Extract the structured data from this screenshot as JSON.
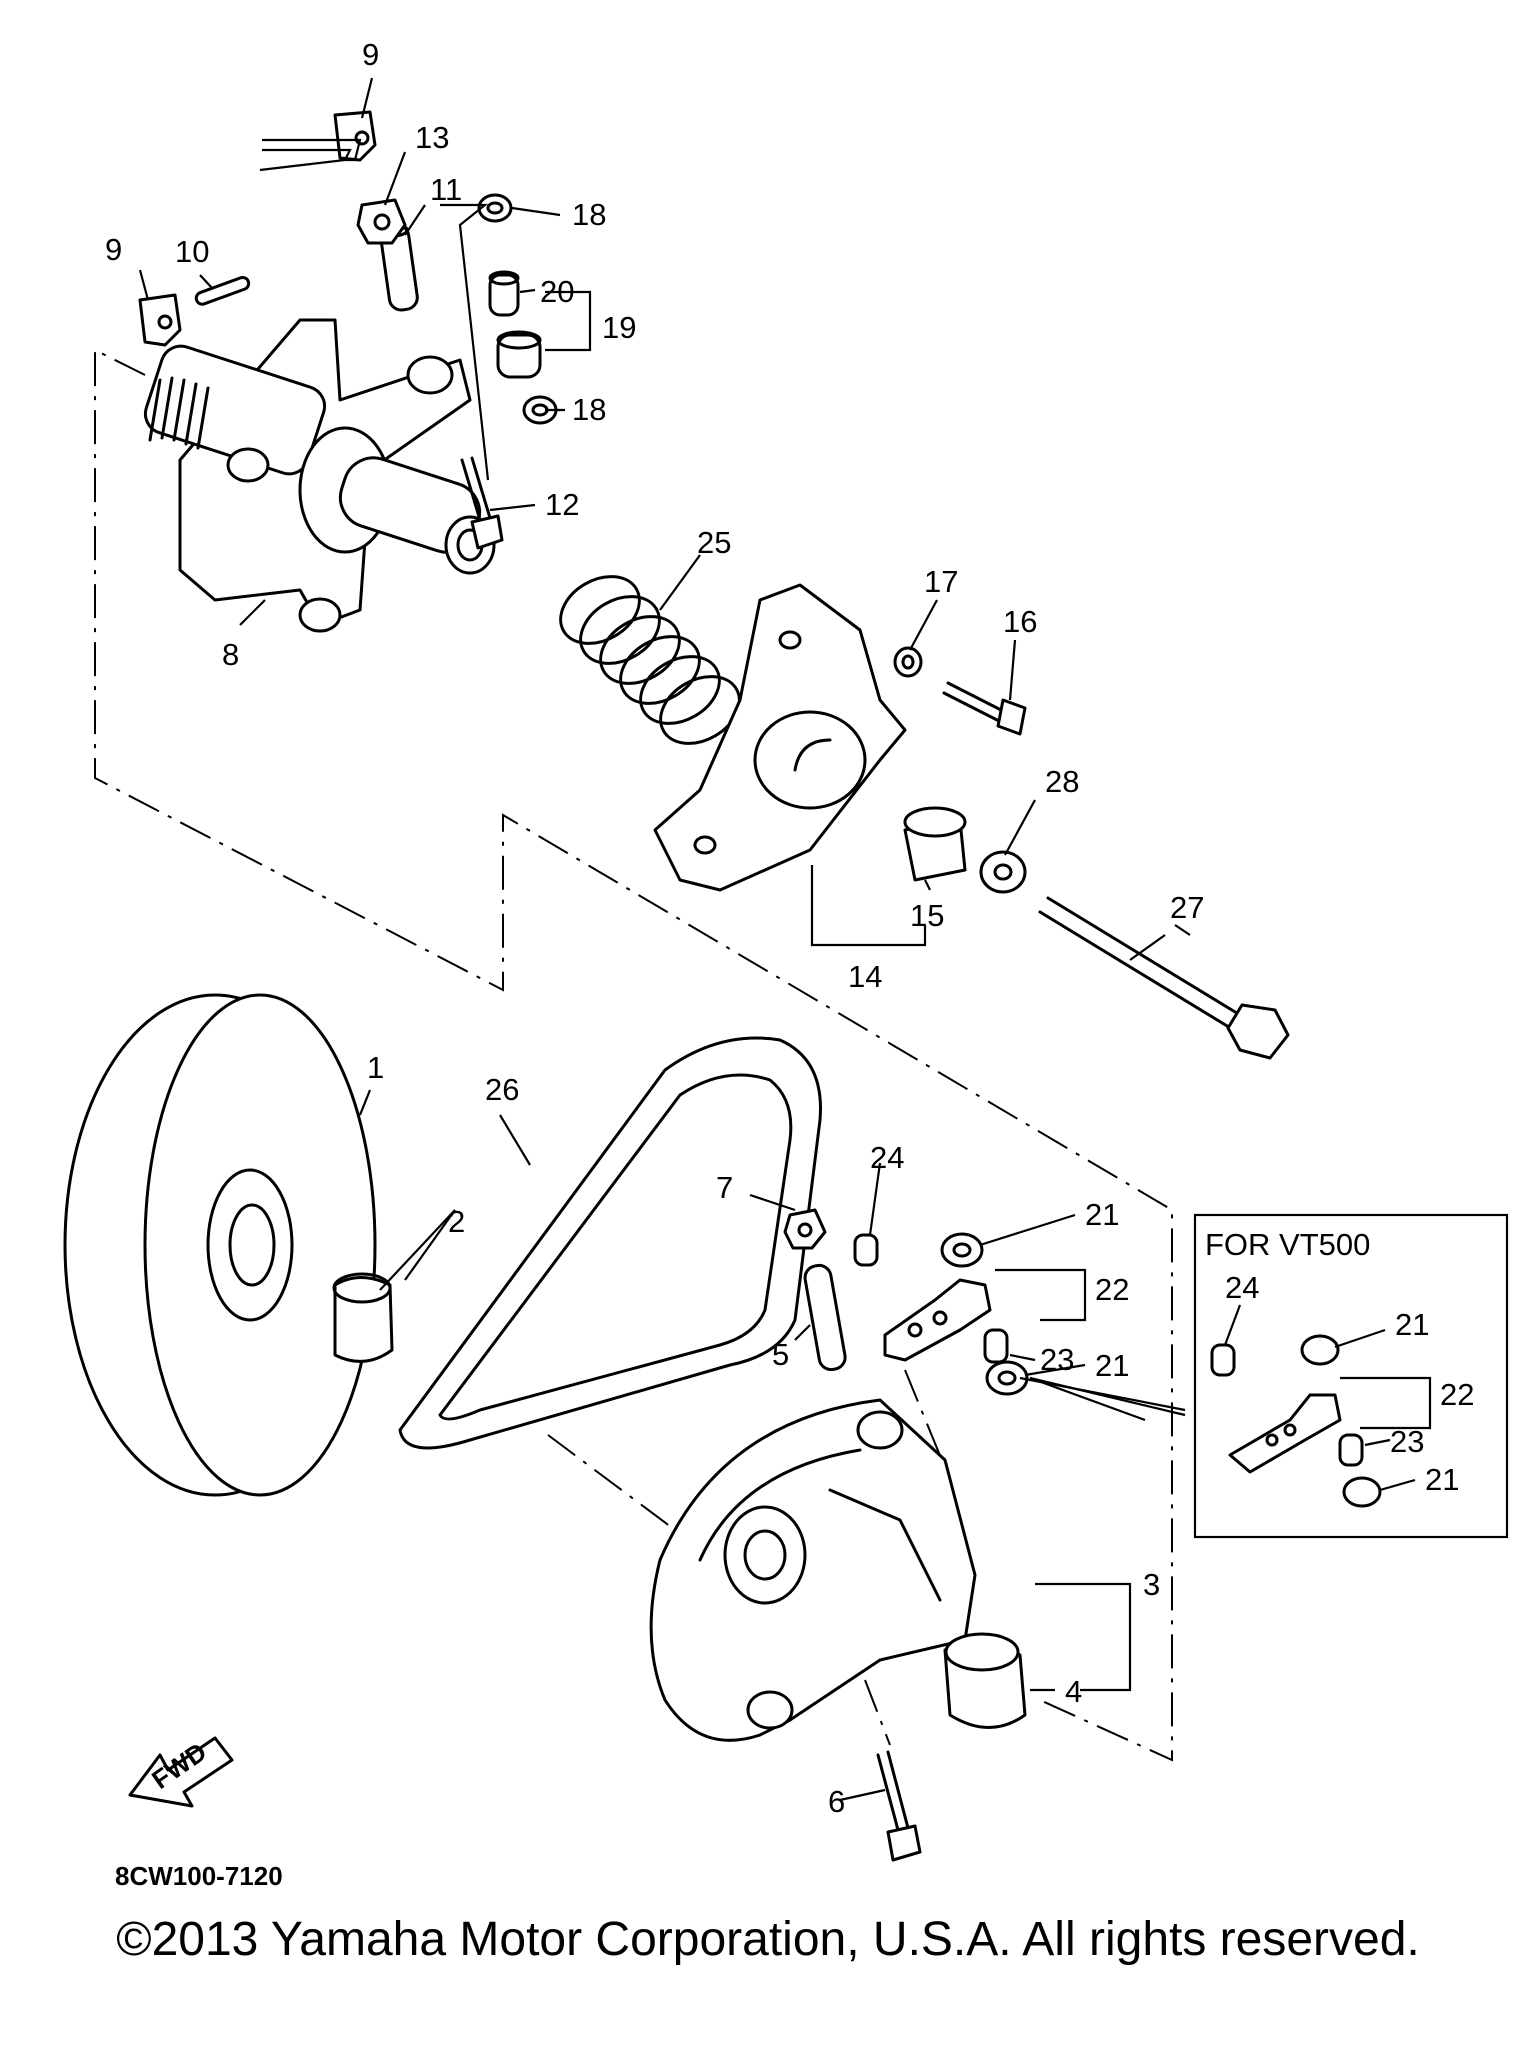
{
  "diagram": {
    "inset_title": "FOR VT500",
    "diagram_code": "8CW100-7120",
    "fwd_label": "FWD",
    "callouts": {
      "c1": "1",
      "c2": "2",
      "c3": "3",
      "c4": "4",
      "c5": "5",
      "c6": "6",
      "c7": "7",
      "c8": "8",
      "c9a": "9",
      "c9b": "9",
      "c10": "10",
      "c11": "11",
      "c12": "12",
      "c13": "13",
      "c14": "14",
      "c15": "15",
      "c16": "16",
      "c17": "17",
      "c18a": "18",
      "c18b": "18",
      "c19": "19",
      "c20": "20",
      "c21a": "21",
      "c21b": "21",
      "c21c": "21",
      "c21d": "21",
      "c22a": "22",
      "c22b": "22",
      "c23a": "23",
      "c23b": "23",
      "c24a": "24",
      "c24b": "24",
      "c25": "25",
      "c26": "26",
      "c27": "27",
      "c28": "28"
    }
  },
  "footer": {
    "copyright": "©2013 Yamaha Motor Corporation, U.S.A. All rights reserved."
  }
}
